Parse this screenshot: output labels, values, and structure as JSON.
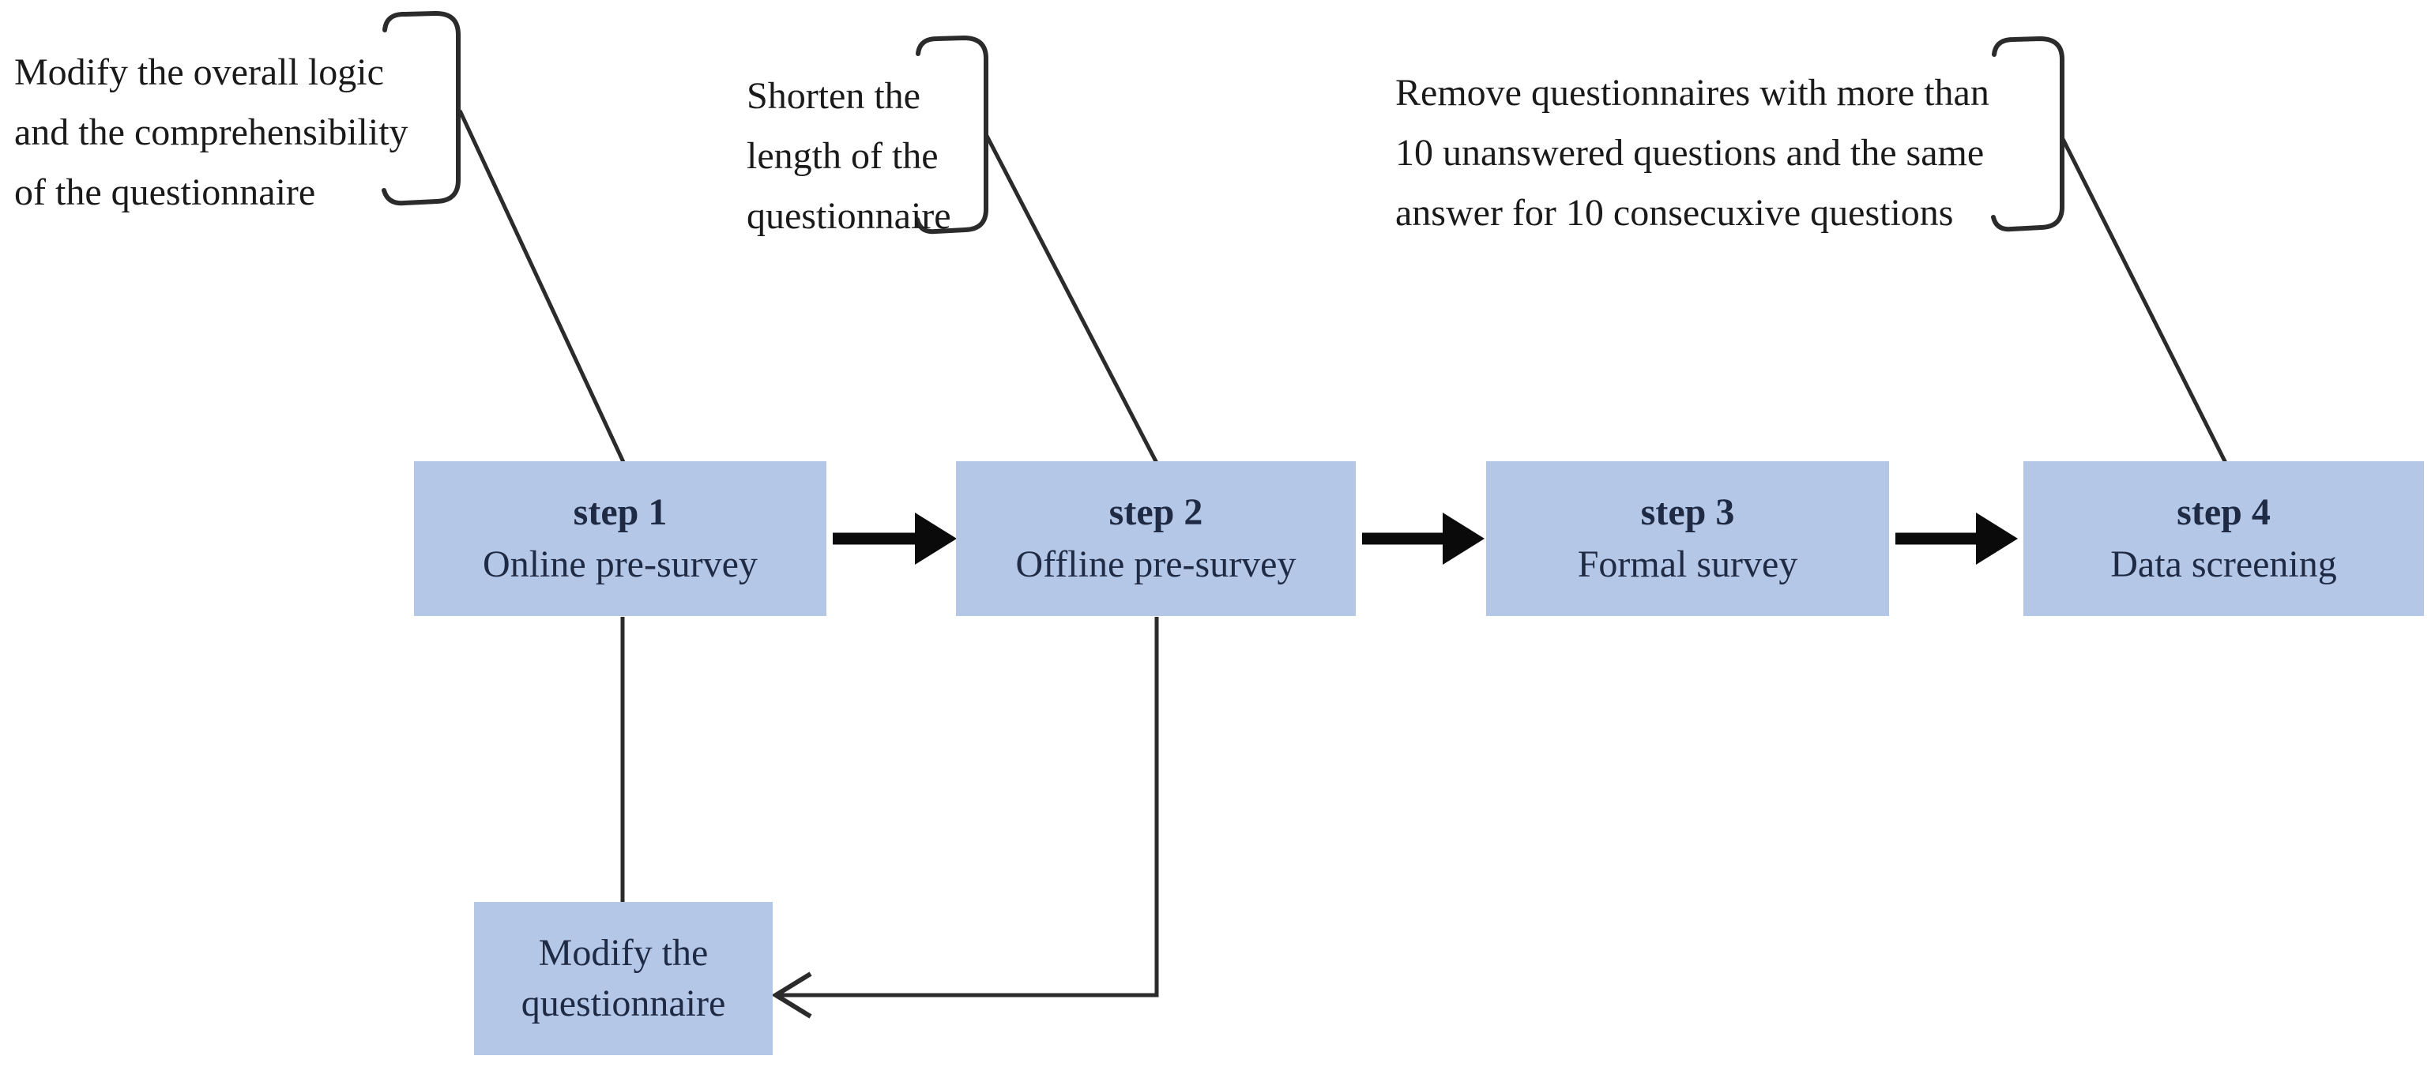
{
  "figure": {
    "type": "flowchart",
    "background": "#ffffff"
  },
  "colors": {
    "box_fill": "#b4c7e7",
    "box_text": "#1f2a44",
    "annotation_text": "#1a1a1a",
    "thin_line": "#2b2b2b",
    "thick_arrow": "#0a0a0a"
  },
  "steps": [
    {
      "title": "step 1",
      "label": "Online pre-survey"
    },
    {
      "title": "step 2",
      "label": "Offline pre-survey"
    },
    {
      "title": "step 3",
      "label": "Formal survey"
    },
    {
      "title": "step 4",
      "label": "Data screening"
    }
  ],
  "feedback_box": {
    "label": "Modify the questionnaire"
  },
  "annotations": [
    {
      "target": "step 1",
      "lines": [
        "Modify the overall logic",
        "and the comprehensibility",
        "of the questionnaire"
      ]
    },
    {
      "target": "step 2",
      "lines": [
        "Shorten the",
        "length of the",
        "questionnaire"
      ]
    },
    {
      "target": "step 4",
      "lines": [
        "Remove questionnaires with more than",
        "10 unanswered questions and the same",
        "answer for 10 consecuxive questions"
      ]
    }
  ]
}
